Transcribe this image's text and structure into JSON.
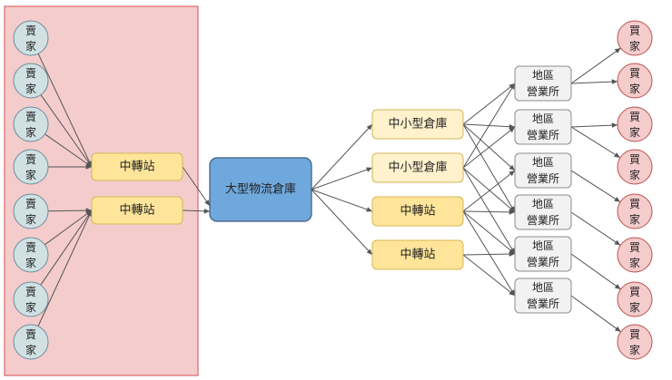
{
  "colors": {
    "seller_region_fill": "#f4cccc",
    "seller_region_stroke": "#e06666",
    "seller_fill": "#d0e0e3",
    "seller_stroke": "#6b8e9b",
    "hub_fill": "#fff2cc",
    "hub_fill_strong": "#ffe599",
    "hub_stroke": "#d6b656",
    "warehouse_fill": "#6fa8dc",
    "warehouse_stroke": "#3d5c80",
    "office_fill": "#f2f2f2",
    "office_stroke": "#8c8c8c",
    "buyer_fill": "#f4cccc",
    "buyer_stroke": "#b85450",
    "edge": "#555555"
  },
  "sellers": [
    {
      "l1": "賣",
      "l2": "家"
    },
    {
      "l1": "賣",
      "l2": "家"
    },
    {
      "l1": "賣",
      "l2": "家"
    },
    {
      "l1": "賣",
      "l2": "家"
    },
    {
      "l1": "賣",
      "l2": "家"
    },
    {
      "l1": "賣",
      "l2": "家"
    },
    {
      "l1": "賣",
      "l2": "家"
    },
    {
      "l1": "賣",
      "l2": "家"
    }
  ],
  "left_hubs": [
    {
      "label": "中轉站"
    },
    {
      "label": "中轉站"
    }
  ],
  "warehouse": {
    "label": "大型物流倉庫"
  },
  "right_nodes": [
    {
      "label": "中小型倉庫"
    },
    {
      "label": "中小型倉庫"
    },
    {
      "label": "中轉站"
    },
    {
      "label": "中轉站"
    }
  ],
  "offices": [
    {
      "l1": "地區",
      "l2": "營業所"
    },
    {
      "l1": "地區",
      "l2": "營業所"
    },
    {
      "l1": "地區",
      "l2": "營業所"
    },
    {
      "l1": "地區",
      "l2": "營業所"
    },
    {
      "l1": "地區",
      "l2": "營業所"
    },
    {
      "l1": "地區",
      "l2": "營業所"
    }
  ],
  "buyers": [
    {
      "l1": "買",
      "l2": "家"
    },
    {
      "l1": "買",
      "l2": "家"
    },
    {
      "l1": "買",
      "l2": "家"
    },
    {
      "l1": "買",
      "l2": "家"
    },
    {
      "l1": "買",
      "l2": "家"
    },
    {
      "l1": "買",
      "l2": "家"
    },
    {
      "l1": "買",
      "l2": "家"
    },
    {
      "l1": "買",
      "l2": "家"
    }
  ]
}
